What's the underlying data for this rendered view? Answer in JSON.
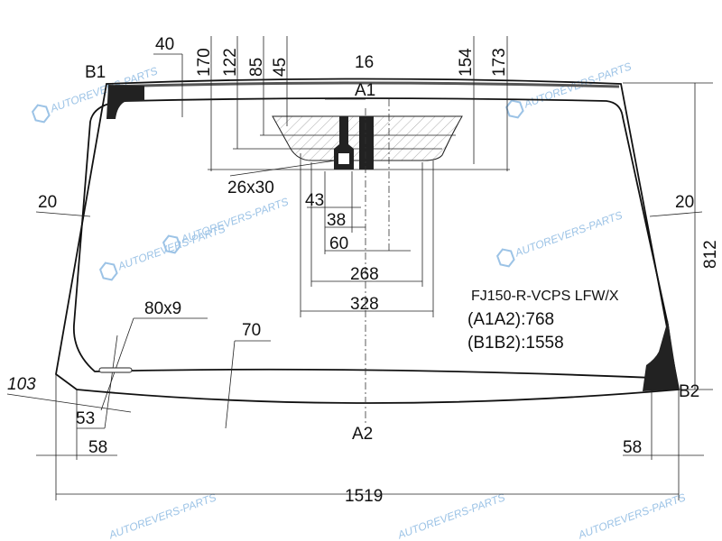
{
  "labels": {
    "b1": "B1",
    "b2": "B2",
    "a1": "A1",
    "a2": "A2",
    "model": "FJ150-R-VCPS LFW/X",
    "a1a2": "(A1A2):768",
    "b1b2": "(B1B2):1558"
  },
  "dimensions": {
    "d40": "40",
    "d170": "170",
    "d122": "122",
    "d85": "85",
    "d45": "45",
    "d16": "16",
    "d154": "154",
    "d173": "173",
    "d26x30": "26x30",
    "d43": "43",
    "d38": "38",
    "d60": "60",
    "d268": "268",
    "d328": "328",
    "d20_left": "20",
    "d20_right": "20",
    "d812": "812",
    "d80x9": "80x9",
    "d70": "70",
    "d103": "103",
    "d53": "53",
    "d58_left": "58",
    "d58_right": "58",
    "d1519": "1519"
  },
  "watermark": "AUTOREVERS-PARTS",
  "colors": {
    "watermark": "#9cc3e6",
    "line": "#111111"
  }
}
